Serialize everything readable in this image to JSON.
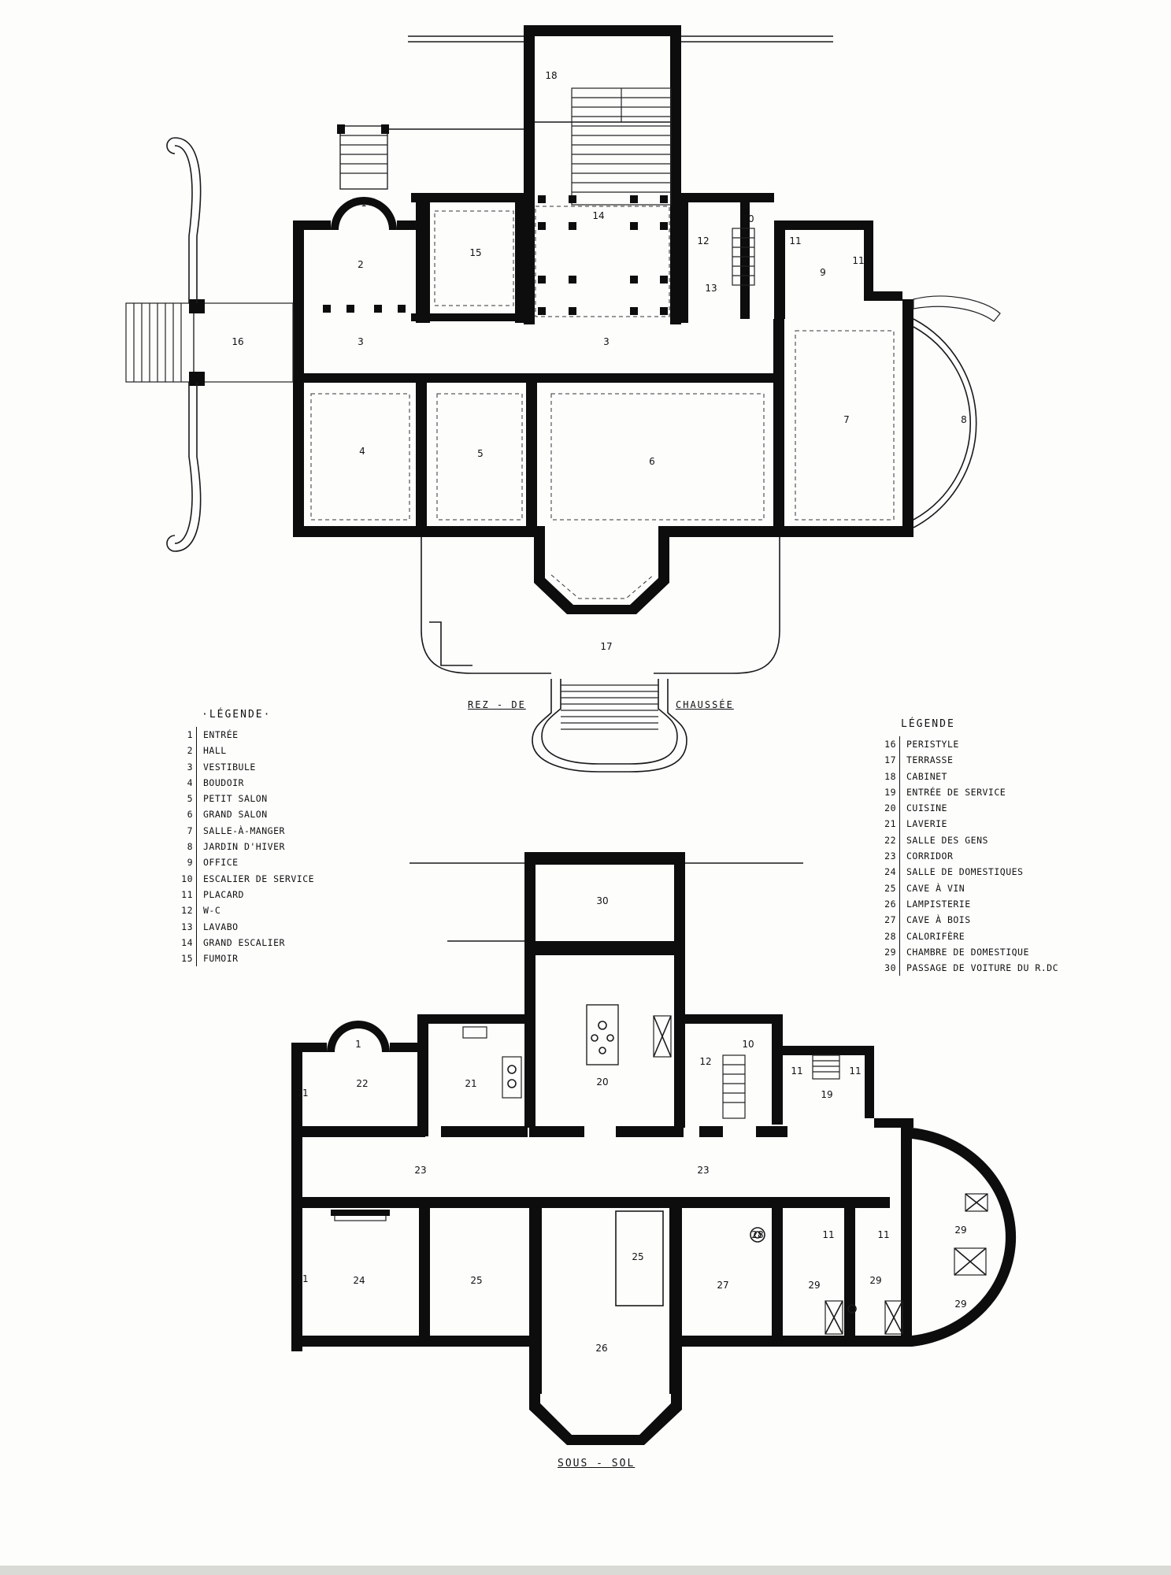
{
  "legend_left": {
    "title": "·LÉGENDE·",
    "items": [
      {
        "num": "1",
        "label": "ENTRÉE"
      },
      {
        "num": "2",
        "label": "HALL"
      },
      {
        "num": "3",
        "label": "VESTIBULE"
      },
      {
        "num": "4",
        "label": "BOUDOIR"
      },
      {
        "num": "5",
        "label": "PETIT SALON"
      },
      {
        "num": "6",
        "label": "GRAND SALON"
      },
      {
        "num": "7",
        "label": "SALLE-À-MANGER"
      },
      {
        "num": "8",
        "label": "JARDIN D'HIVER"
      },
      {
        "num": "9",
        "label": "OFFICE"
      },
      {
        "num": "10",
        "label": "ESCALIER DE SERVICE"
      },
      {
        "num": "11",
        "label": "PLACARD"
      },
      {
        "num": "12",
        "label": "W-C"
      },
      {
        "num": "13",
        "label": "LAVABO"
      },
      {
        "num": "14",
        "label": "GRAND ESCALIER"
      },
      {
        "num": "15",
        "label": "FUMOIR"
      }
    ]
  },
  "legend_right": {
    "title": "LÉGENDE",
    "items": [
      {
        "num": "16",
        "label": "PERISTYLE"
      },
      {
        "num": "17",
        "label": "TERRASSE"
      },
      {
        "num": "18",
        "label": "CABINET"
      },
      {
        "num": "19",
        "label": "ENTRÉE DE SERVICE"
      },
      {
        "num": "20",
        "label": "CUISINE"
      },
      {
        "num": "21",
        "label": "LAVERIE"
      },
      {
        "num": "22",
        "label": "SALLE DES GENS"
      },
      {
        "num": "23",
        "label": "CORRIDOR"
      },
      {
        "num": "24",
        "label": "SALLE DE DOMESTIQUES"
      },
      {
        "num": "25",
        "label": "CAVE À VIN"
      },
      {
        "num": "26",
        "label": "LAMPISTERIE"
      },
      {
        "num": "27",
        "label": "CAVE À BOIS"
      },
      {
        "num": "28",
        "label": "CALORIFÈRE"
      },
      {
        "num": "29",
        "label": "CHAMBRE DE DOMESTIQUE"
      },
      {
        "num": "30",
        "label": "PASSAGE DE VOITURE DU R.DC"
      }
    ]
  },
  "floor_labels": {
    "ground_left": "REZ - DE",
    "ground_right": "CHAUSSÉE",
    "basement": "SOUS - SOL"
  },
  "ground_floor_rooms": [
    "18",
    "1",
    "2",
    "15",
    "14",
    "12",
    "10",
    "11",
    "11",
    "9",
    "13",
    "16",
    "3",
    "3",
    "4",
    "5",
    "6",
    "7",
    "8",
    "17"
  ],
  "basement_rooms": [
    "30",
    "1",
    "22",
    "21",
    "20",
    "12",
    "10",
    "11",
    "11",
    "19",
    "11",
    "23",
    "23",
    "24",
    "25",
    "25",
    "26",
    "27",
    "28",
    "29",
    "29",
    "29",
    "29",
    "11",
    "11",
    "11"
  ]
}
